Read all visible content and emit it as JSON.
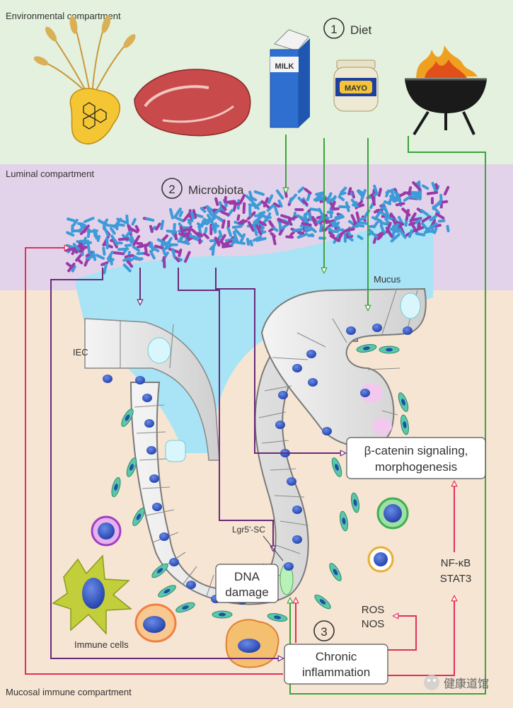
{
  "compartments": {
    "environmental": "Environmental compartment",
    "luminal": "Luminal compartment",
    "mucosal": "Mucosal immune compartment"
  },
  "factors": {
    "diet": {
      "number": "1",
      "label": "Diet"
    },
    "microbiota": {
      "number": "2",
      "label": "Microbiota"
    },
    "inflammation_number": "3"
  },
  "food_labels": {
    "milk": "MILK",
    "mayo": "MAYO"
  },
  "labels": {
    "mucus": "Mucus",
    "iec": "IEC",
    "stem_cell": "Lgr5'-SC",
    "immune_cells": "Immune cells"
  },
  "boxes": {
    "beta_catenin": [
      "β-catenin signaling,",
      "morphogenesis"
    ],
    "dna_damage": [
      "DNA",
      "damage"
    ],
    "chronic_inflammation": [
      "Chronic",
      "inflammation"
    ],
    "ros_nos": [
      "ROS",
      "NOS"
    ],
    "nfkb_stat3": [
      "NF-κB",
      "STAT3"
    ]
  },
  "watermark": "健康道馆",
  "colors": {
    "environmental_bg": "#e3f1de",
    "luminal_bg": "#e3d3ea",
    "mucosal_bg": "#f6e5d3",
    "mucus": "#a8e4f5",
    "green_arrow": "#3aa53a",
    "purple_arrow": "#6a2a7a",
    "red_arrow": "#e0305a",
    "bacteria_blue": "#3c9bd8",
    "bacteria_purple": "#9a3aa8"
  }
}
